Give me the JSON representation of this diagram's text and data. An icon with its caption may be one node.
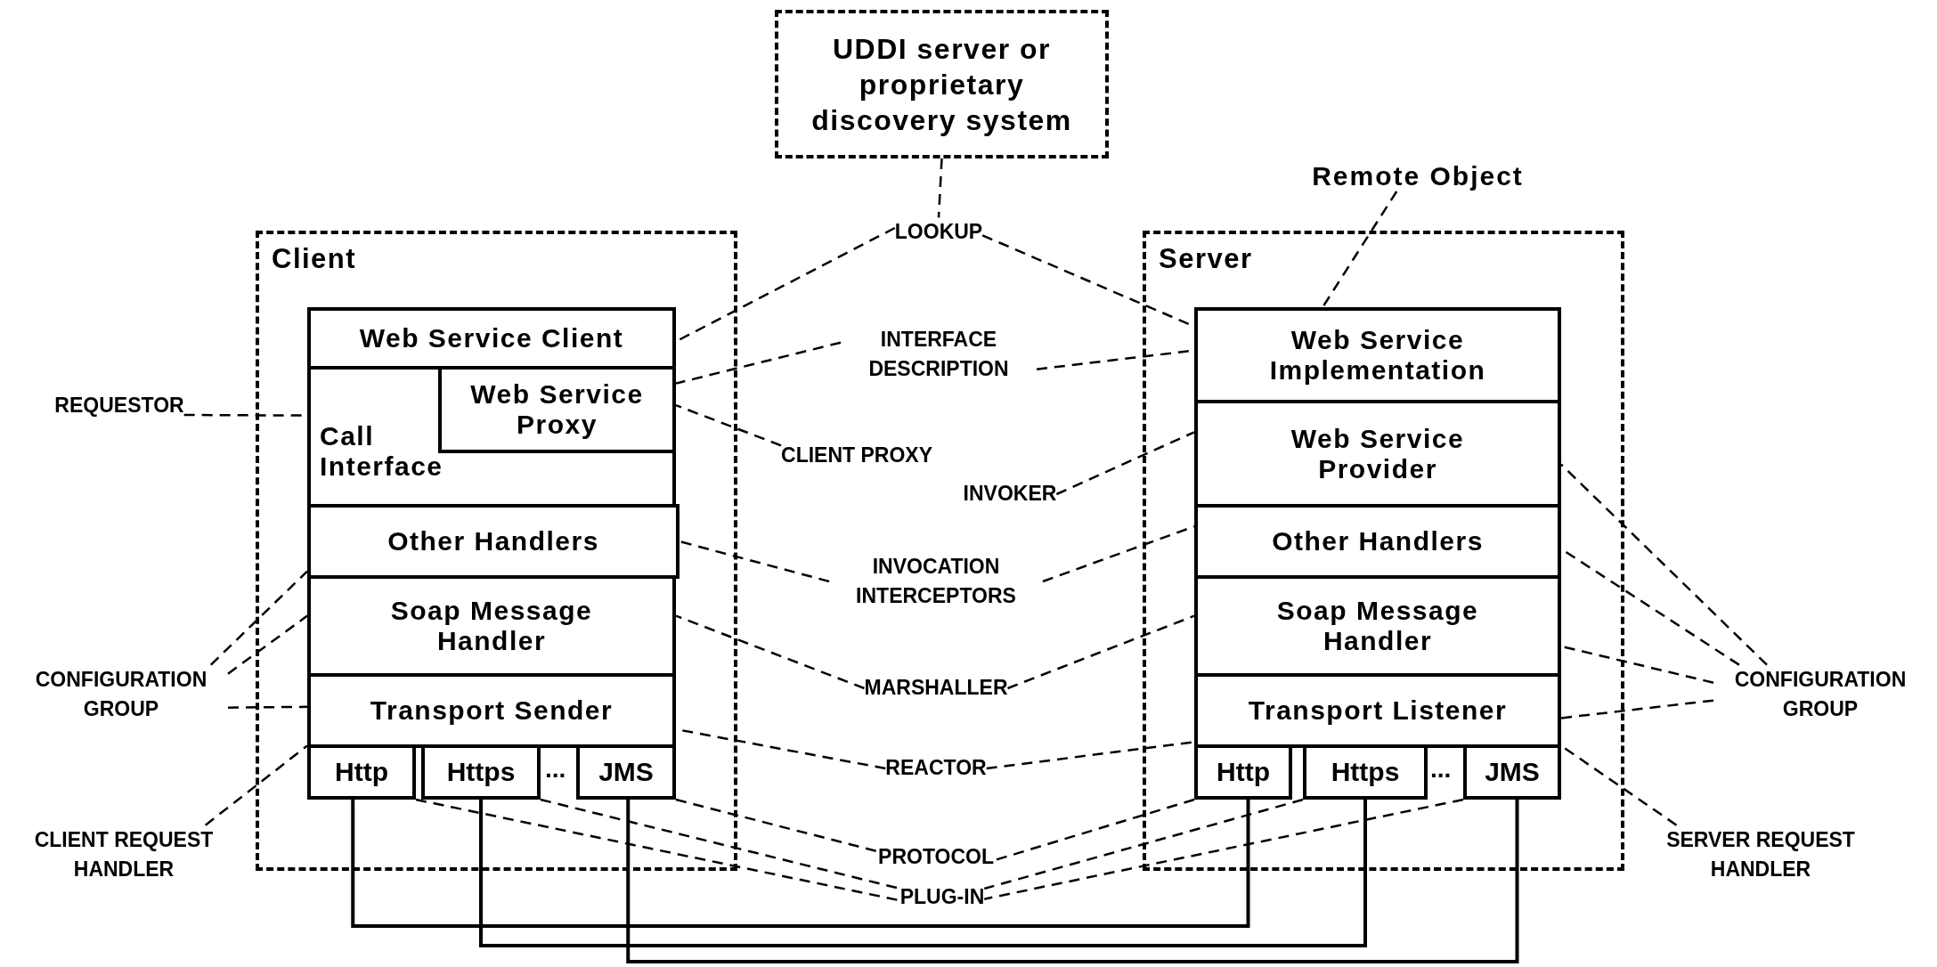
{
  "diagram": {
    "nodes": [
      {
        "text": [
          "UDDI server or proprietary discovery system"
        ]
      },
      {
        "text": [
          "Remote Object"
        ]
      },
      {
        "text": [
          "LOOKUP"
        ]
      },
      {
        "text": [
          "Client"
        ]
      },
      {
        "text": [
          "Web Service Client"
        ],
        "in": 3
      },
      {
        "text": [
          "Call Interface"
        ],
        "in": 3
      },
      {
        "text": [
          "Web Service Proxy"
        ],
        "in": 5
      },
      {
        "text": [
          "Other Handlers"
        ],
        "in": 3
      },
      {
        "text": [
          "Soap Message Handler"
        ],
        "in": 3
      },
      {
        "text": [
          "Transport Sender"
        ],
        "in": 3
      },
      {
        "text": [
          "Http"
        ],
        "in": 3
      },
      {
        "text": [
          "Https"
        ],
        "in": 3
      },
      {
        "text": [
          "JMS"
        ],
        "in": 3
      },
      {
        "text": [
          "Server"
        ]
      },
      {
        "text": [
          "Web Service Implementation"
        ],
        "in": 13
      },
      {
        "text": [
          "Web Service Provider"
        ],
        "in": 13
      },
      {
        "text": [
          "Other Handlers"
        ],
        "in": 13
      },
      {
        "text": [
          "Soap Message Handler"
        ],
        "in": 13
      },
      {
        "text": [
          "Transport Listener"
        ],
        "in": 13
      },
      {
        "text": [
          "Http"
        ],
        "in": 13
      },
      {
        "text": [
          "Https"
        ],
        "in": 13
      },
      {
        "text": [
          "JMS"
        ],
        "in": 13
      },
      {
        "text": [
          "INTERFACE DESCRIPTION"
        ]
      },
      {
        "text": [
          "REQUESTOR"
        ]
      },
      {
        "text": [
          "CLIENT PROXY"
        ]
      },
      {
        "text": [
          "INVOKER"
        ]
      },
      {
        "text": [
          "INVOCATION INTERCEPTORS"
        ]
      },
      {
        "text": [
          "MARSHALLER"
        ]
      },
      {
        "text": [
          "CONFIGURATION GROUP"
        ]
      },
      {
        "text": [
          "REACTOR"
        ]
      },
      {
        "text": [
          "CONFIGURATION GROUP"
        ]
      },
      {
        "text": [
          "CLIENT REQUEST HANDLER"
        ]
      },
      {
        "text": [
          "PROTOCOL"
        ]
      },
      {
        "text": [
          "SERVER REQUEST HANDLER"
        ]
      },
      {
        "text": [
          "PLUG-IN"
        ]
      }
    ],
    "edges": [
      {
        "from": 0,
        "to": 2,
        "arrow": "none",
        "style": "dashed"
      },
      {
        "from": 2,
        "to": 4,
        "arrow": "none",
        "style": "dashed"
      },
      {
        "from": 2,
        "to": 14,
        "arrow": "none",
        "style": "dashed"
      },
      {
        "from": 1,
        "to": 14,
        "arrow": "none",
        "style": "dashed"
      },
      {
        "from": 22,
        "to": 6,
        "arrow": "none",
        "style": "dashed"
      },
      {
        "from": 22,
        "to": 14,
        "arrow": "none",
        "style": "dashed"
      },
      {
        "from": 24,
        "to": 6,
        "arrow": "none",
        "style": "dashed"
      },
      {
        "from": 23,
        "to": 5,
        "arrow": "none",
        "style": "dashed"
      },
      {
        "from": 25,
        "to": 15,
        "arrow": "none",
        "style": "dashed"
      },
      {
        "from": 26,
        "to": 7,
        "arrow": "none",
        "style": "dashed"
      },
      {
        "from": 26,
        "to": 16,
        "arrow": "none",
        "style": "dashed"
      },
      {
        "from": 27,
        "to": 8,
        "arrow": "none",
        "style": "dashed"
      },
      {
        "from": 27,
        "to": 17,
        "arrow": "none",
        "style": "dashed"
      },
      {
        "from": 28,
        "to": 7,
        "arrow": "none",
        "style": "dashed"
      },
      {
        "from": 28,
        "to": 8,
        "arrow": "none",
        "style": "dashed"
      },
      {
        "from": 28,
        "to": 9,
        "arrow": "none",
        "style": "dashed"
      },
      {
        "from": 29,
        "to": 9,
        "arrow": "none",
        "style": "dashed"
      },
      {
        "from": 29,
        "to": 18,
        "arrow": "none",
        "style": "dashed"
      },
      {
        "from": 30,
        "to": 15,
        "arrow": "none",
        "style": "dashed"
      },
      {
        "from": 30,
        "to": 16,
        "arrow": "none",
        "style": "dashed"
      },
      {
        "from": 30,
        "to": 17,
        "arrow": "none",
        "style": "dashed"
      },
      {
        "from": 30,
        "to": 18,
        "arrow": "none",
        "style": "dashed"
      },
      {
        "from": 31,
        "to": 9,
        "arrow": "none",
        "style": "dashed"
      },
      {
        "from": 33,
        "to": 18,
        "arrow": "none",
        "style": "dashed"
      },
      {
        "from": 12,
        "to": 32,
        "arrow": "none",
        "style": "dashed"
      },
      {
        "from": 11,
        "to": 34,
        "arrow": "none",
        "style": "dashed"
      },
      {
        "from": 10,
        "to": 34,
        "arrow": "none",
        "style": "dashed"
      },
      {
        "from": 19,
        "to": 32,
        "arrow": "none",
        "style": "dashed"
      },
      {
        "from": 20,
        "to": 34,
        "arrow": "none",
        "style": "dashed"
      },
      {
        "from": 21,
        "to": 34,
        "arrow": "none",
        "style": "dashed"
      },
      {
        "from": 10,
        "to": 19,
        "arrow": "none"
      },
      {
        "from": 11,
        "to": 20,
        "arrow": "none"
      },
      {
        "from": 12,
        "to": 21,
        "arrow": "none"
      }
    ],
    "labels": [
      "...",
      "..."
    ]
  }
}
